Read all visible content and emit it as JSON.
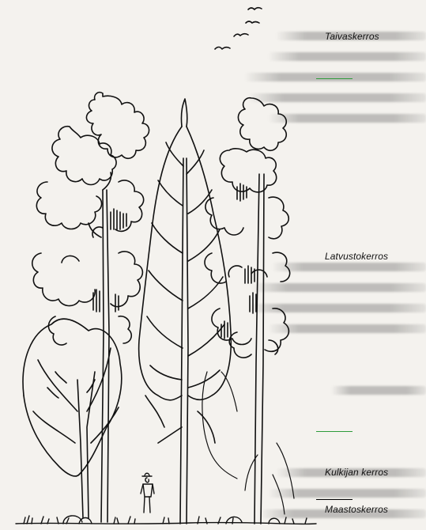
{
  "figure": {
    "layers": [
      {
        "label": "Taivaskerros"
      },
      {
        "label": "Latvustokerros"
      },
      {
        "label": "Kulkijan kerros"
      },
      {
        "label": "Maastoskerros"
      }
    ]
  },
  "colors": {
    "ink": "#111111",
    "paper": "#f4f2ee",
    "separator": "#2e9b3a"
  }
}
